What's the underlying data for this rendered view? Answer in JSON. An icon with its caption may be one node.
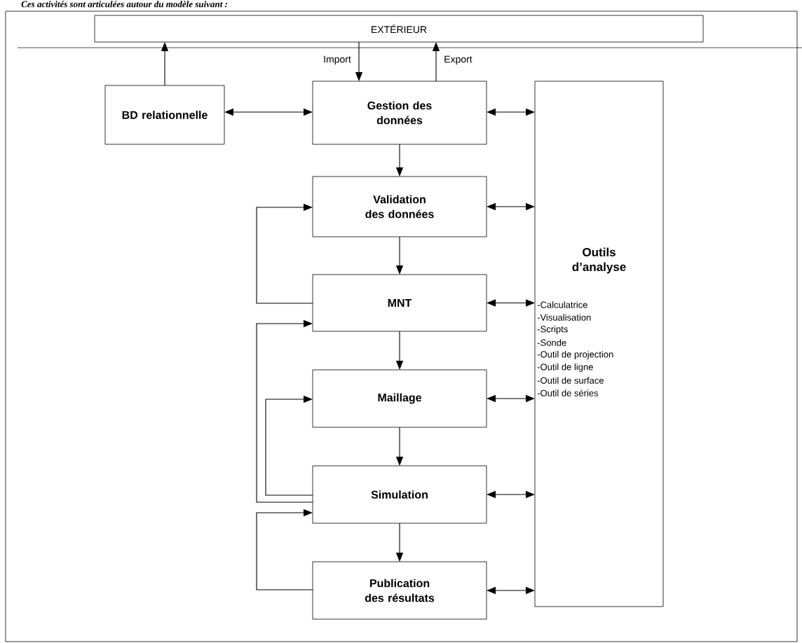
{
  "diagram": {
    "nodes": [
      {
        "text": [
          "EXTÉRIEUR"
        ]
      },
      {
        "text": [
          "BD relationnelle"
        ]
      },
      {
        "text": [
          "Gestion des données"
        ]
      },
      {
        "text": [
          "Validation des données"
        ]
      },
      {
        "text": [
          "MNT"
        ]
      },
      {
        "text": [
          "Maillage"
        ]
      },
      {
        "text": [
          "Simulation"
        ]
      },
      {
        "text": [
          "Publication des résultats"
        ]
      },
      {
        "text": [
          "Outils d’analyse",
          "-Calculatrice",
          "-Visualisation",
          "-Scripts",
          "-Sonde",
          "-Outil de projection",
          "-Outil de ligne",
          "-Outil de surface",
          "-Outil de séries"
        ]
      }
    ],
    "edges": [
      {
        "from": 1,
        "to": 0,
        "arrow": "to"
      },
      {
        "from": 0,
        "to": 2,
        "arrow": "to",
        "label": "Import"
      },
      {
        "from": 2,
        "to": 0,
        "arrow": "to",
        "label": "Export"
      },
      {
        "from": 1,
        "to": 2,
        "arrow": "both"
      },
      {
        "from": 2,
        "to": 3,
        "arrow": "to"
      },
      {
        "from": 3,
        "to": 4,
        "arrow": "to"
      },
      {
        "from": 4,
        "to": 5,
        "arrow": "to"
      },
      {
        "from": 5,
        "to": 6,
        "arrow": "to"
      },
      {
        "from": 6,
        "to": 7,
        "arrow": "to"
      },
      {
        "from": 2,
        "to": 8,
        "arrow": "both"
      },
      {
        "from": 3,
        "to": 8,
        "arrow": "both"
      },
      {
        "from": 4,
        "to": 8,
        "arrow": "both"
      },
      {
        "from": 5,
        "to": 8,
        "arrow": "both"
      },
      {
        "from": 6,
        "to": 8,
        "arrow": "both"
      },
      {
        "from": 7,
        "to": 8,
        "arrow": "both"
      },
      {
        "from": 4,
        "to": 3,
        "arrow": "to"
      },
      {
        "from": 6,
        "to": 4,
        "arrow": "to"
      },
      {
        "from": 6,
        "to": 5,
        "arrow": "to"
      },
      {
        "from": 7,
        "to": 6,
        "arrow": "to"
      }
    ],
    "labels": [
      "Ces activités sont articulées autour du modèle suivant :"
    ]
  }
}
